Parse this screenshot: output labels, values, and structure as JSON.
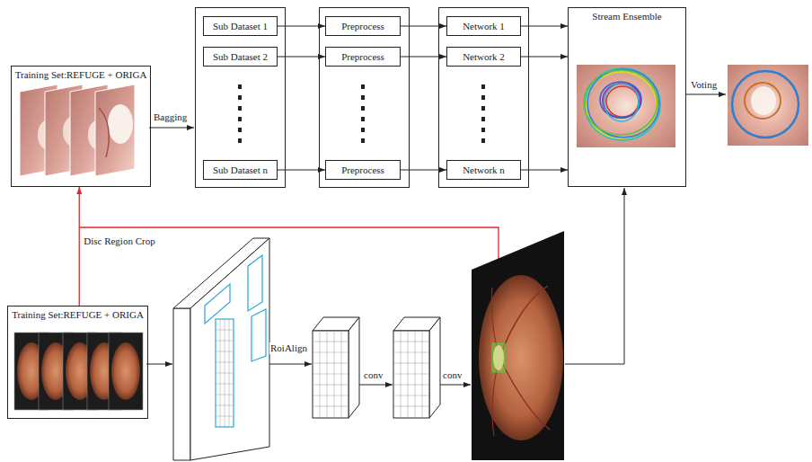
{
  "diagram": {
    "nodes": [
      {
        "text": [
          "Training Set:REFUGE + ORIGA"
        ]
      },
      {
        "text": [
          "Sub Dataset 1"
        ]
      },
      {
        "text": [
          "Sub Dataset 2"
        ]
      },
      {
        "text": [
          "Sub Dataset n"
        ]
      },
      {
        "text": [
          "Preprocess"
        ]
      },
      {
        "text": [
          "Preprocess"
        ]
      },
      {
        "text": [
          "Preprocess"
        ]
      },
      {
        "text": [
          "Network 1"
        ]
      },
      {
        "text": [
          "Network 2"
        ]
      },
      {
        "text": [
          "Network n"
        ]
      },
      {
        "text": [
          "Stream Ensemble"
        ]
      },
      {
        "text": [
          "Training Set:REFUGE + ORIGA"
        ]
      }
    ],
    "edges": [
      {
        "from": 1,
        "to": 4,
        "arrow": "to"
      },
      {
        "from": 2,
        "to": 5,
        "arrow": "to"
      },
      {
        "from": 3,
        "to": 6,
        "arrow": "to"
      },
      {
        "from": 4,
        "to": 7,
        "arrow": "to"
      },
      {
        "from": 5,
        "to": 8,
        "arrow": "to"
      },
      {
        "from": 6,
        "to": 9,
        "arrow": "to"
      },
      {
        "from": 7,
        "to": 10,
        "arrow": "to"
      },
      {
        "from": 8,
        "to": 10,
        "arrow": "to"
      },
      {
        "from": 9,
        "to": 10,
        "arrow": "to"
      },
      {
        "from": 11,
        "to": 0,
        "label": "Disc Region Crop",
        "arrow": "to"
      }
    ],
    "labels": [
      "Bagging",
      "Voting",
      "RoiAlign",
      "conv",
      "conv"
    ]
  }
}
